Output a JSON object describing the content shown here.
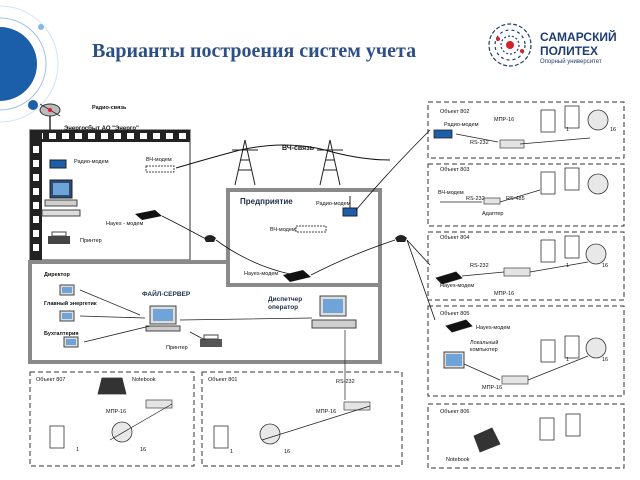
{
  "slide": {
    "title": "Варианты построения систем учета"
  },
  "logo": {
    "line1": "САМАРСКИЙ",
    "line2": "ПОЛИТЕХ",
    "line3": "Опорный университет"
  },
  "colors": {
    "title": "#2c4f86",
    "accent_circle": "#1b5faa",
    "logo_red": "#d2232a",
    "logo_blue": "#1f3d72"
  },
  "diagram": {
    "top_block": {
      "radio_link": "Радио-связь",
      "company": "Энергосбыт АО \"Энерго\"",
      "radio_modem": "Радио-модем",
      "hf_modem": "ВЧ-модем",
      "hayes_modem": "Hayes - модем",
      "printer": "Принтер"
    },
    "hf_link": "ВЧ-связь",
    "enterprise": {
      "title": "Предприятие",
      "radio_modem": "Радио-модем",
      "hf_modem": "ВЧ-модем",
      "hayes_modem": "Hayes-модем",
      "dispatcher": "Диспетчер оператор",
      "file_server": "ФАЙЛ-СЕРВЕР",
      "director": "Директор",
      "chief_power_engineer": "Главный энергетик",
      "accounting": "Бухгалтерия",
      "printer": "Принтер"
    },
    "objects": {
      "o802": {
        "title": "Объект 802",
        "radio_modem": "Радио-модем",
        "mpr": "МПР-16",
        "rs": "RS-232",
        "n1": "1",
        "n16": "16"
      },
      "o803": {
        "title": "Объект 803",
        "hf_modem": "ВЧ-модем",
        "rs232": "RS-232",
        "rs485": "RS-485",
        "adapter": "Адаптер"
      },
      "o804": {
        "title": "Объект 804",
        "rs": "RS-232",
        "hayes": "Hayes-модем",
        "mpr": "МПР-16",
        "n1": "1",
        "n16": "16"
      },
      "o805": {
        "title": "Объект 805",
        "hayes": "Hayes-модем",
        "local_pc": "Локальный компьютер",
        "mpr": "МПР-16",
        "n1": "1",
        "n16": "16"
      },
      "o806": {
        "title": "Объект 806",
        "notebook": "Notebook"
      },
      "o807": {
        "title": "Объект 807",
        "notebook": "Notebook",
        "mpr": "МПР-16",
        "n1": "1",
        "n16": "16"
      },
      "o801": {
        "title": "Объект 801",
        "rs": "RS-232",
        "mpr": "МПР-16",
        "n1": "1",
        "n16": "16"
      }
    }
  }
}
